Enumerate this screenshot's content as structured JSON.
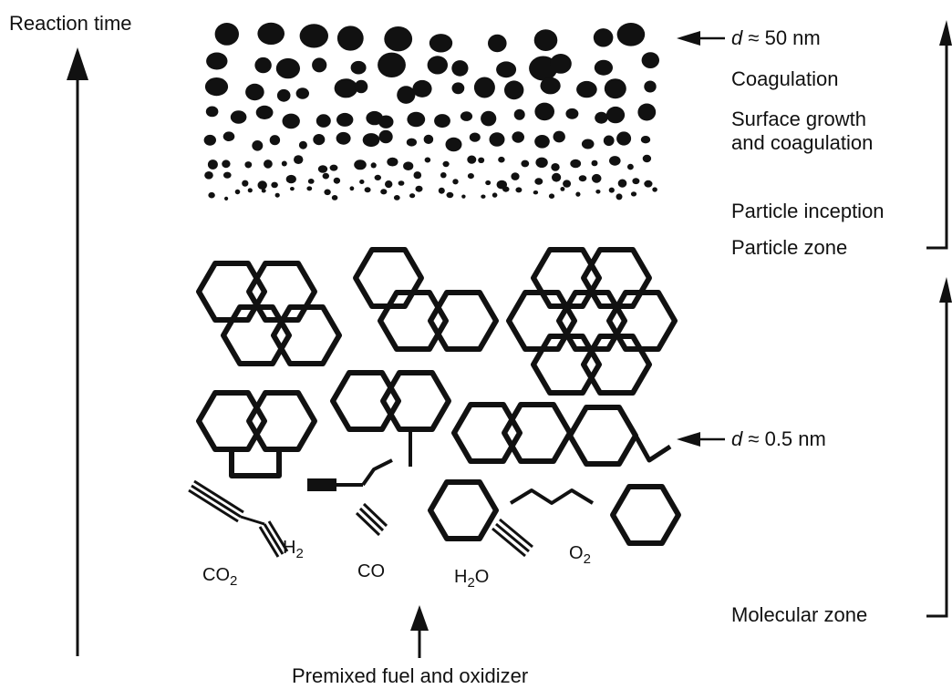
{
  "axis": {
    "label": "Reaction time",
    "input_label": "Premixed fuel and oxidizer"
  },
  "particle_zone": {
    "size_label": {
      "symbol": "d",
      "approx": "≈",
      "value": "50 nm"
    },
    "stages": [
      "Coagulation",
      "Surface growth",
      "and coagulation",
      "Particle inception"
    ],
    "zone_label": "Particle zone"
  },
  "molecular_zone": {
    "size_label": {
      "symbol": "d",
      "approx": "≈",
      "value": "0.5 nm"
    },
    "zone_label": "Molecular zone"
  },
  "species": {
    "co2": {
      "base": "CO",
      "sub": "2"
    },
    "h2": {
      "base": "H",
      "sub": "2"
    },
    "co": {
      "base": "CO"
    },
    "h2o": {
      "base": "H",
      "sub": "2",
      "rest": "O"
    },
    "o2": {
      "base": "O",
      "sub": "2"
    }
  },
  "colors": {
    "ink": "#111111",
    "background": "#ffffff"
  }
}
